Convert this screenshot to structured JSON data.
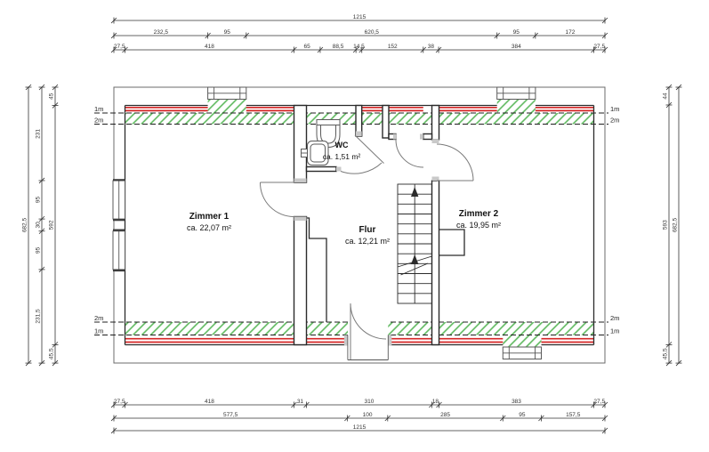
{
  "plan_rooms": [
    {
      "name": "Zimmer 1",
      "area": "ca. 22,07 m²"
    },
    {
      "name": "Flur",
      "area": "ca. 12,21 m²"
    },
    {
      "name": "Zimmer 2",
      "area": "ca. 19,95 m²"
    },
    {
      "name": "WC",
      "area": "ca. 1,51 m²"
    }
  ],
  "dimensions": {
    "top": [
      [
        "1215"
      ],
      [
        "232,5",
        "95",
        "620,5",
        "95",
        "172"
      ],
      [
        "27,5",
        "418",
        "65",
        "88,5",
        "14,5",
        "152",
        "38",
        "384",
        "27,5"
      ]
    ],
    "bottom": [
      [
        "27,5",
        "418",
        "31",
        "310",
        "18",
        "383",
        "27,5"
      ],
      [
        "577,5",
        "100",
        "285",
        "95",
        "157,5"
      ],
      [
        "1215"
      ]
    ],
    "left": [
      [
        "682,5"
      ],
      [
        "231",
        "95",
        "30",
        "95",
        "231,5"
      ],
      [
        "45",
        "592",
        "45,5"
      ]
    ],
    "right": [
      [
        "44",
        "593",
        "45,5"
      ],
      [
        "682,5"
      ]
    ]
  },
  "height_marks": {
    "top_left": [
      "1m",
      "2m"
    ],
    "top_right": [
      "1m",
      "2m"
    ],
    "bottom_left": [
      "2m",
      "1m"
    ],
    "bottom_right": [
      "2m",
      "1m"
    ]
  },
  "colors": {
    "red_band": "#d42424",
    "hatch_green": "#5cb85c",
    "dim_text": "#333333"
  }
}
